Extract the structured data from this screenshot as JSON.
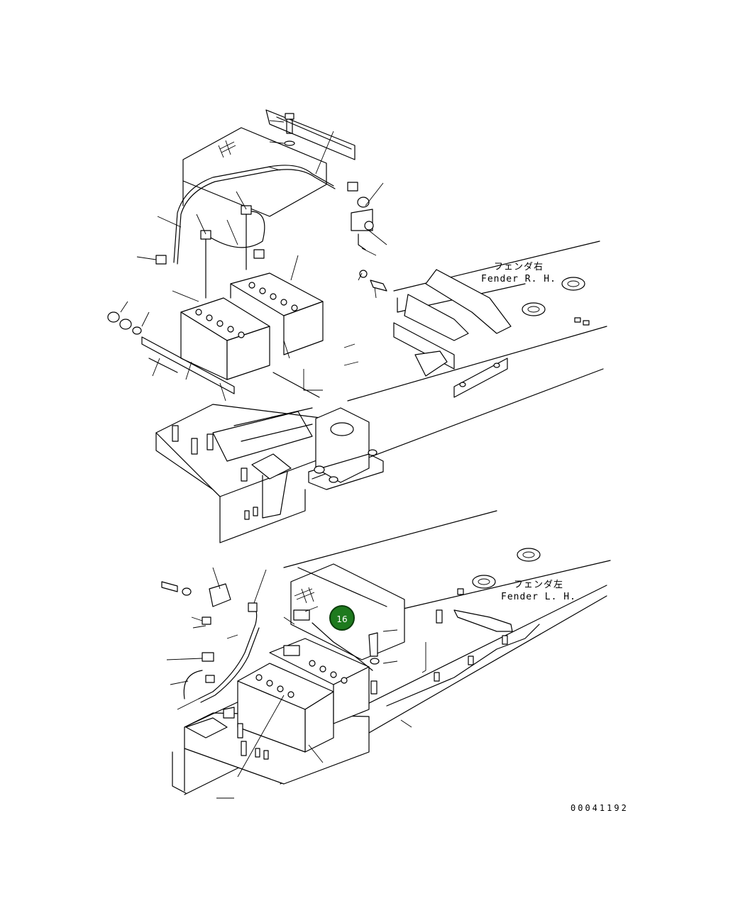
{
  "labels": {
    "fender_rh_jp": "フェンダ右",
    "fender_rh_en": "Fender R. H.",
    "fender_lh_jp": "フェンダ左",
    "fender_lh_en": "Fender L. H."
  },
  "callout": {
    "number": "16",
    "color": "#1e7a1e"
  },
  "drawing_code": "00041192"
}
